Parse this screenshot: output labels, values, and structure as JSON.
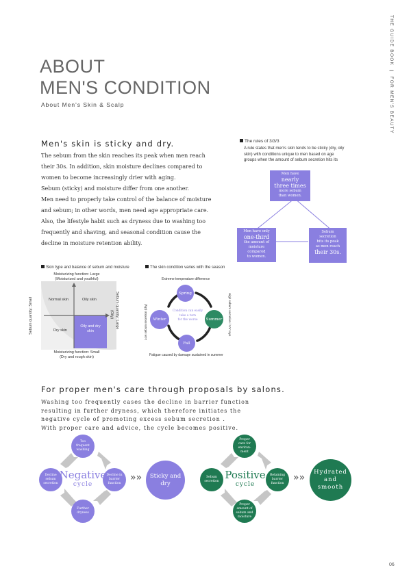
{
  "sidebar": {
    "guide": "THE GUIDE BOOK",
    "separator": "|",
    "topic": "FOR MEN'S BEAUTY"
  },
  "header": {
    "title_line1": "ABOUT",
    "title_line2": "MEN'S CONDITION",
    "subtitle": "About Men's Skin & Scalp"
  },
  "section1": {
    "heading": "Men's skin is sticky and dry.",
    "paragraphs": [
      "The sebum from the skin reaches its peak when men reach",
      "their 30s. In addition, skin moisture declines compared to",
      "women to become increasingly drier with aging.",
      "Sebum (sticky) and moisture differ from one another.",
      "Men need to properly take control of the balance of moisture",
      "and sebum; in other words, men need age appropriate care.",
      "Also, the lifestyle habit such as dryness due to washing too",
      "frequently and shaving, and seasonal condition cause the",
      "decline in moisture retention ability."
    ]
  },
  "rules": {
    "title": "The rules of 3/3/3",
    "description": "A rule states that men's skin tends to be sticky (dry, oily skin) with conditions unique to men based on age groups when the amount of sebum secretion hits its",
    "top_box": {
      "line1": "Men have",
      "big1": "nearly",
      "big2": "three times",
      "line2": "more sebum",
      "line3": "than women."
    },
    "left_box": {
      "line1": "Men have only",
      "big1": "one-third",
      "line2": "the amount of",
      "line3": "moisture",
      "line4": "compared",
      "line5": "to women."
    },
    "right_box": {
      "line1": "Sebum",
      "line2": "secretion",
      "line3": "hits its peak",
      "line4": "as men reach",
      "big1": "their 30s."
    }
  },
  "skin_chart": {
    "title": "Skin type and balance of sebum and moisture",
    "top_label1": "Moisturizing function: Large",
    "top_label2": "(Moisturized and youthful)",
    "bottom_label1": "Moisturizing function: Small",
    "bottom_label2": "(Dry and rough skin)",
    "left_label": "Sebum quantity: Small",
    "right_label": "Sebum quantity: Large",
    "right_label2": "(Oily)",
    "q_normal": "Normal skin",
    "q_oily": "Oily skin",
    "q_dry": "Dry skin",
    "q_oilydry": "Oily and dry skin"
  },
  "season_chart": {
    "title": "The skin condition varies with the season",
    "top_label": "Extreme temperature difference",
    "bottom_label": "Fatigue caused by damage sustained in summer",
    "left_label": "Low sebum secretion (dry)",
    "right_label": "High sebum secretion / UV rays",
    "spring": "Spring",
    "summer": "Summer",
    "fall": "Fall",
    "winter": "Winter",
    "center1": "Condition can easily",
    "center2": "take a turn",
    "center3": "for the worse"
  },
  "section2": {
    "heading": "For  proper men's care through proposals by salons.",
    "paragraphs": [
      "Washing too frequently cases the decline in barrier function",
      "resulting in further dryness, which therefore initiates the",
      "negative cycle of promoting excess sebum secretion .",
      "With proper care and advice, the cycle becomes positive."
    ]
  },
  "negative_cycle": {
    "title": "Negative",
    "sub": "cycle",
    "top": [
      "Too",
      "frequent",
      "washing"
    ],
    "left": [
      "Decline",
      "sebum",
      "secretion"
    ],
    "right": [
      "Decline in",
      "barrier",
      "function"
    ],
    "bottom": [
      "Further",
      "dryness"
    ],
    "arrow": "»»",
    "result1": "Sticky and",
    "result2": "dry"
  },
  "positive_cycle": {
    "title": "Positive",
    "sub": "cycle",
    "top": [
      "Proper",
      "care for",
      "environ-",
      "ment"
    ],
    "left": [
      "Sebum",
      "secretion"
    ],
    "right": [
      "Retaining",
      "barrier",
      "function"
    ],
    "bottom": [
      "Proper",
      "amount of",
      "sebum and",
      "moisture"
    ],
    "arrow": "»»",
    "result1": "Hydrated",
    "result2": "and",
    "result3": "smooth"
  },
  "footer": {
    "page_number": "06"
  },
  "colors": {
    "purple": "#8a7fe0",
    "green": "#1f7a52",
    "gray": "#cfcfcf"
  }
}
